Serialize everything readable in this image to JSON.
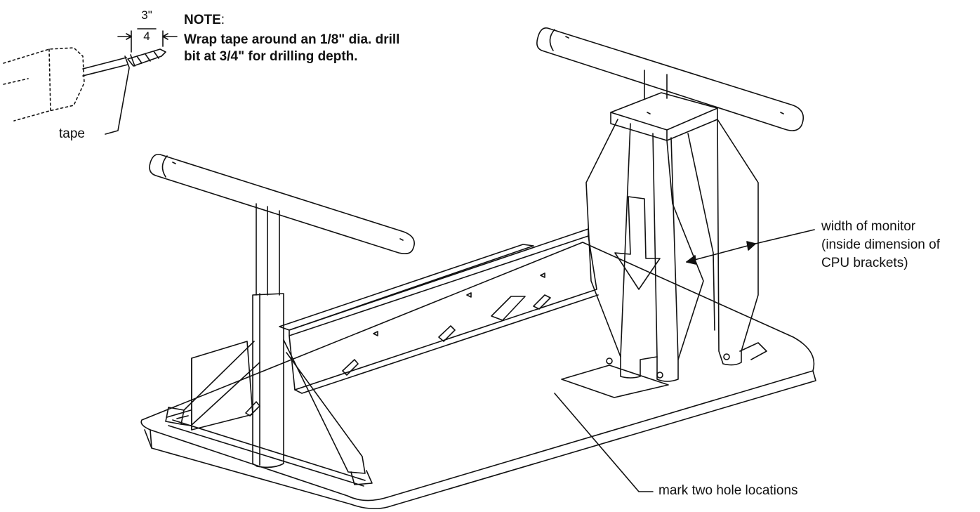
{
  "note": {
    "heading": "NOTE",
    "heading_suffix": ":",
    "line1": "Wrap tape around an 1/8\" dia. drill",
    "line2": "bit at 3/4\" for drilling depth."
  },
  "dimension": {
    "numerator": "3\"",
    "denominator": "4"
  },
  "labels": {
    "tape": "tape",
    "width_line1": "width of monitor",
    "width_line2": "(inside dimension of",
    "width_line3": "CPU brackets)",
    "mark_holes": "mark two hole locations"
  },
  "colors": {
    "ink": "#111111",
    "paper": "#ffffff"
  }
}
